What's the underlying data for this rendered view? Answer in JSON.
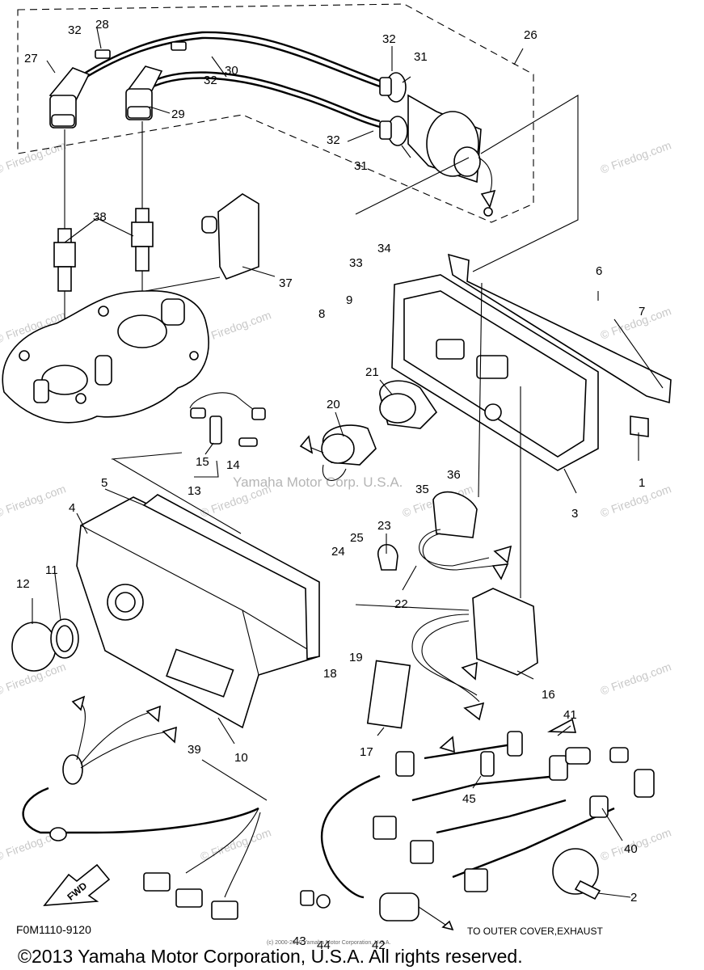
{
  "diagram_code": "F0M1110-9120",
  "destination_note": "TO OUTER COVER,EXHAUST",
  "fwd_label": "FWD",
  "watermark_site": "© Firedog.com",
  "watermark_center": "Yamaha Motor Corp. U.S.A.",
  "copyright": "©2013 Yamaha Motor Corporation, U.S.A. All rights reserved.",
  "small_print": "(c) 2000-2010 Yamaha Motor Corporation, U.S.A.",
  "callouts": {
    "c1": "1",
    "c2": "2",
    "c3": "3",
    "c4": "4",
    "c5": "5",
    "c6": "6",
    "c7": "7",
    "c8": "8",
    "c9": "9",
    "c10": "10",
    "c11": "11",
    "c12": "12",
    "c13": "13",
    "c14": "14",
    "c15": "15",
    "c16": "16",
    "c17": "17",
    "c18": "18",
    "c19": "19",
    "c20": "20",
    "c21": "21",
    "c22": "22",
    "c23": "23",
    "c24": "24",
    "c25": "25",
    "c26": "26",
    "c27": "27",
    "c28": "28",
    "c29": "29",
    "c30": "30",
    "c31a": "31",
    "c31b": "31",
    "c32a": "32",
    "c32b": "32",
    "c32c": "32",
    "c32d": "32",
    "c33": "33",
    "c34": "34",
    "c35": "35",
    "c36": "36",
    "c37": "37",
    "c38": "38",
    "c39": "39",
    "c40": "40",
    "c41": "41",
    "c42": "42",
    "c43": "43",
    "c44": "44",
    "c45": "45"
  }
}
